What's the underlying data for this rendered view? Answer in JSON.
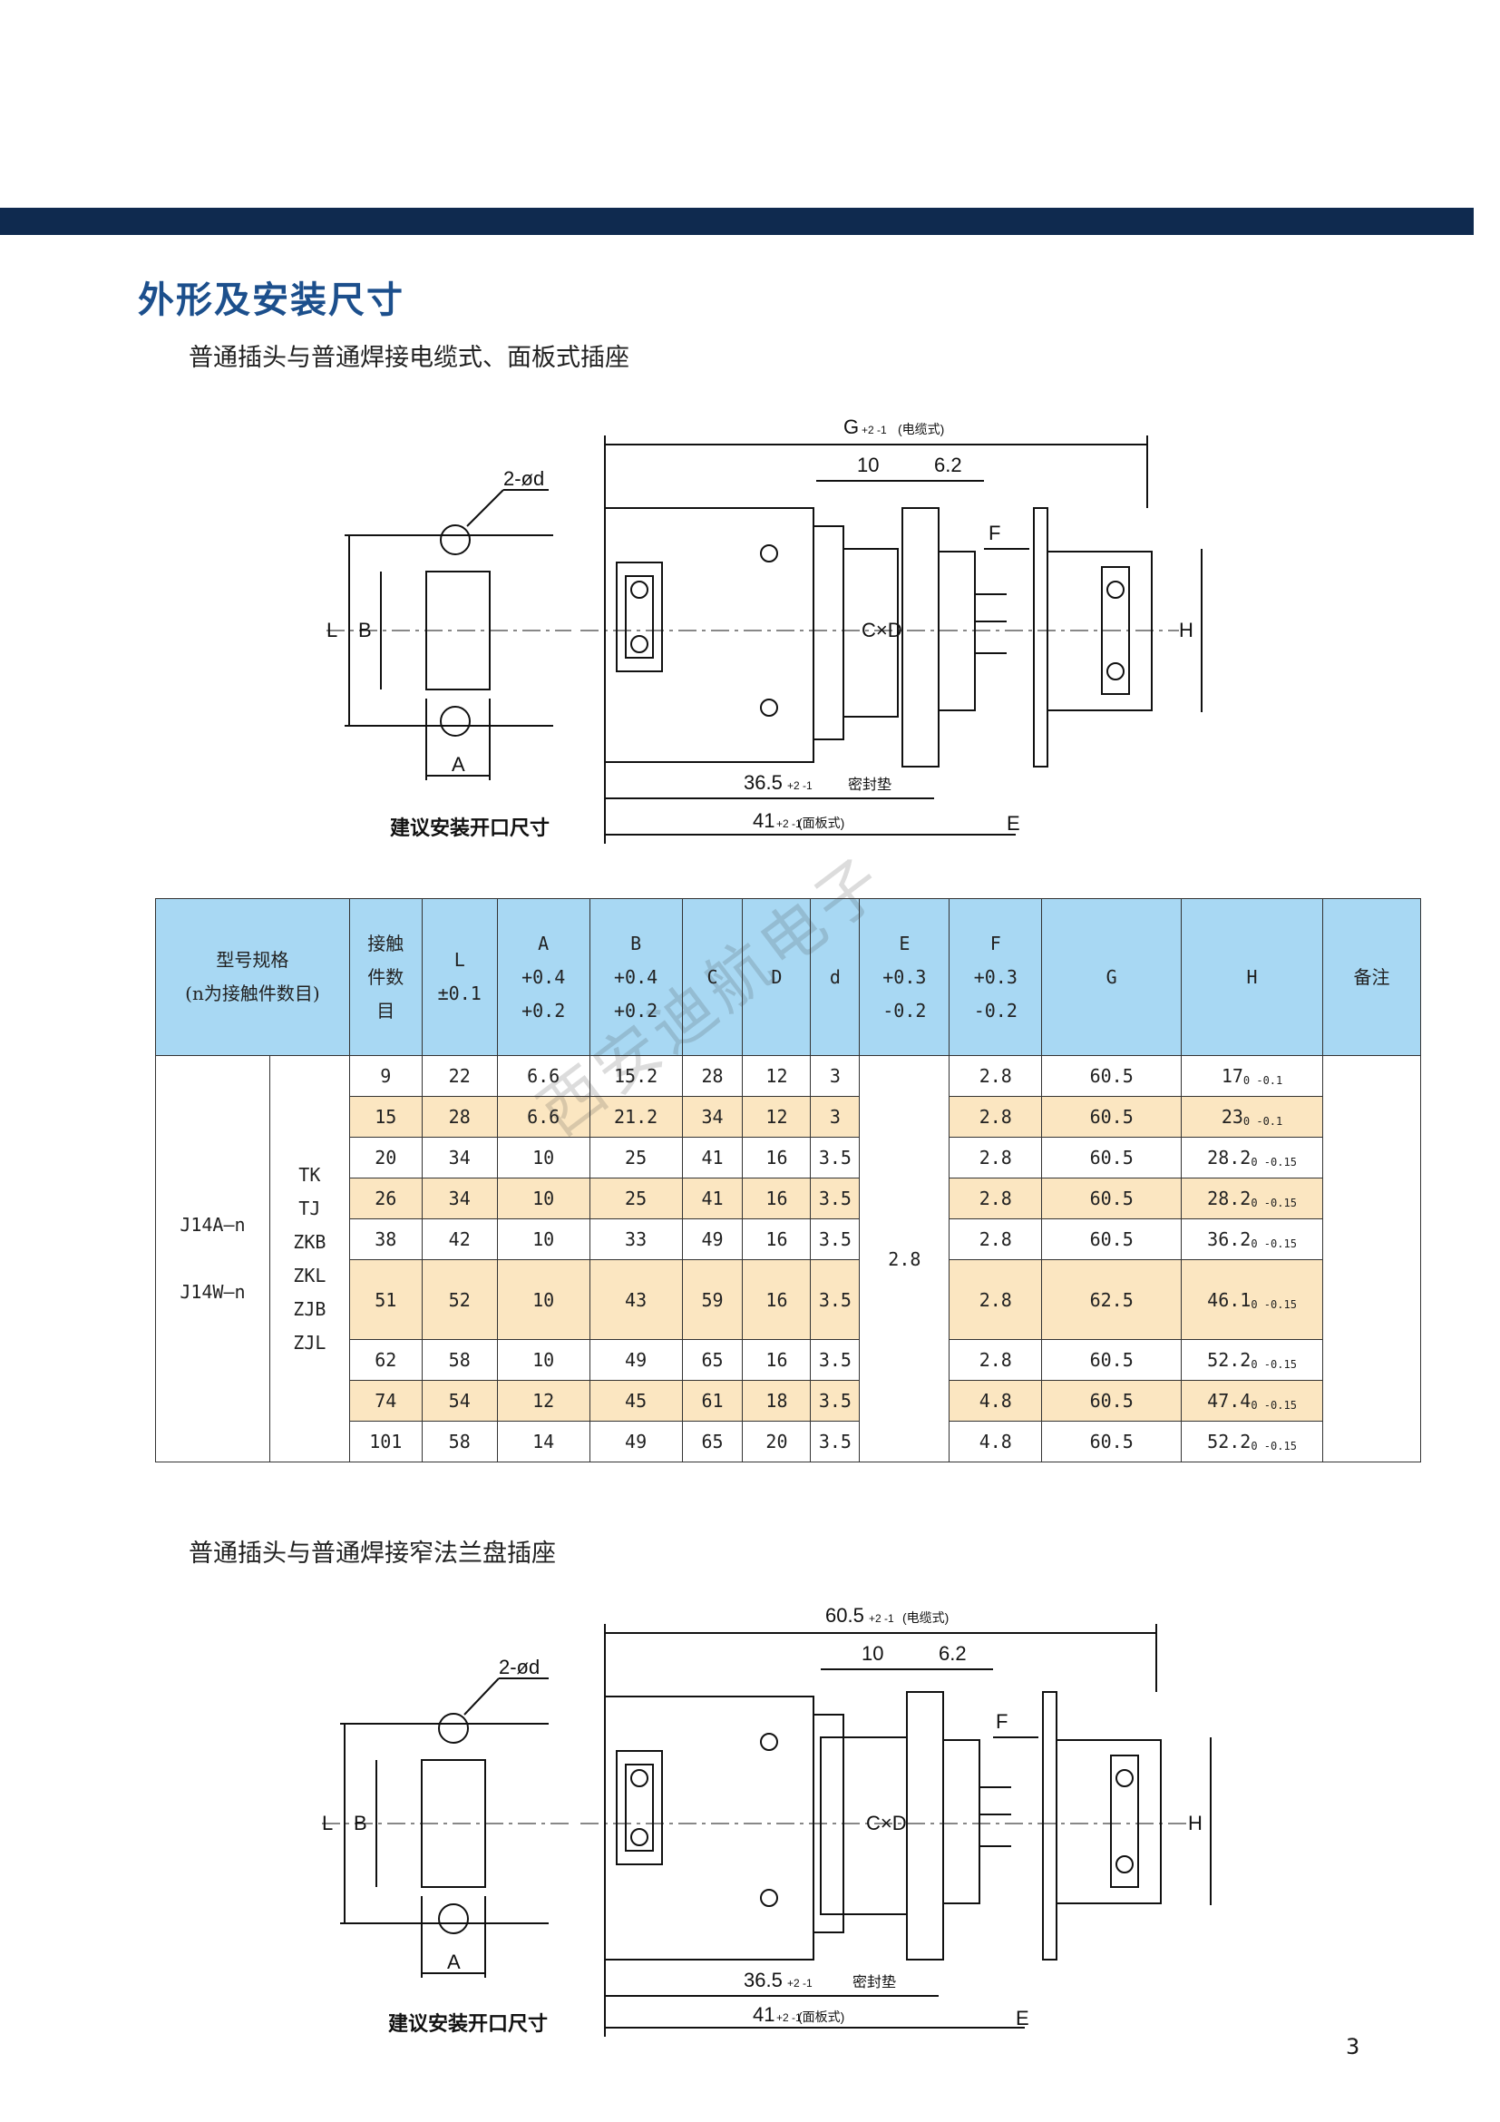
{
  "page": {
    "title": "外形及安装尺寸",
    "section1": "普通插头与普通焊接电缆式、面板式插座",
    "section2": "普通插头与普通焊接窄法兰盘插座",
    "page_number": "3",
    "watermark": "西安迪航电子"
  },
  "figure1": {
    "dim_g": "G",
    "dim_g_tol": "+2 -1",
    "dim_g_note": "(电缆式)",
    "dim_10": "10",
    "dim_62": "6.2",
    "dim_f": "F",
    "dim_cxd": "C×D",
    "dim_h": "H",
    "dim_365": "36.5",
    "dim_365_tol": "+2 -1",
    "seal_note": "密封垫",
    "dim_41": "41",
    "dim_41_tol": "+2 -1",
    "dim_41_note": "(面板式)",
    "dim_e": "E",
    "cutout_2d": "2-ød",
    "cutout_l": "L",
    "cutout_b": "B",
    "cutout_a": "A",
    "cutout_caption": "建议安装开口尺寸"
  },
  "figure2": {
    "dim_g": "60.5",
    "dim_g_tol": "+2 -1",
    "dim_g_note": "(电缆式)",
    "dim_10": "10",
    "dim_62": "6.2",
    "dim_f": "F",
    "dim_cxd": "C×D",
    "dim_h": "H",
    "dim_365": "36.5",
    "dim_365_tol": "+2 -1",
    "seal_note": "密封垫",
    "dim_41": "41",
    "dim_41_tol": "+2 -1",
    "dim_41_note": "(面板式)",
    "dim_e": "E",
    "cutout_2d": "2-ød",
    "cutout_l": "L",
    "cutout_b": "B",
    "cutout_a": "A",
    "cutout_caption": "建议安装开口尺寸"
  },
  "table": {
    "header": {
      "model_1": "型号规格",
      "model_2": "(n为接触件数目)",
      "contacts_1": "接触",
      "contacts_2": "件数",
      "contacts_3": "目",
      "l_1": "L",
      "l_2": "±0.1",
      "a_1": "A",
      "a_2": "+0.4",
      "a_3": "+0.2",
      "b_1": "B",
      "b_2": "+0.4",
      "b_3": "+0.2",
      "c": "C",
      "d_upper": "D",
      "d_lower": "d",
      "e_1": "E",
      "e_2": "+0.3",
      "e_3": "-0.2",
      "f_1": "F",
      "f_2": "+0.3",
      "f_3": "-0.2",
      "g": "G",
      "h": "H",
      "remark": "备注"
    },
    "models": {
      "m1": "J14A—n",
      "m2": "J14W—n"
    },
    "types": {
      "t1": "TK",
      "t2": "TJ",
      "t3": "ZKB",
      "t4": "ZKL",
      "t5": "ZJB",
      "t6": "ZJL"
    },
    "e_value": "2.8",
    "rows": [
      {
        "n": "9",
        "L": "22",
        "A": "6.6",
        "B": "15.2",
        "C": "28",
        "D": "12",
        "d": "3",
        "F": "2.8",
        "G": "60.5",
        "H": "17",
        "H_tol": "0 -0.1"
      },
      {
        "n": "15",
        "L": "28",
        "A": "6.6",
        "B": "21.2",
        "C": "34",
        "D": "12",
        "d": "3",
        "F": "2.8",
        "G": "60.5",
        "H": "23",
        "H_tol": "0 -0.1"
      },
      {
        "n": "20",
        "L": "34",
        "A": "10",
        "B": "25",
        "C": "41",
        "D": "16",
        "d": "3.5",
        "F": "2.8",
        "G": "60.5",
        "H": "28.2",
        "H_tol": "0 -0.15"
      },
      {
        "n": "26",
        "L": "34",
        "A": "10",
        "B": "25",
        "C": "41",
        "D": "16",
        "d": "3.5",
        "F": "2.8",
        "G": "60.5",
        "H": "28.2",
        "H_tol": "0 -0.15"
      },
      {
        "n": "38",
        "L": "42",
        "A": "10",
        "B": "33",
        "C": "49",
        "D": "16",
        "d": "3.5",
        "F": "2.8",
        "G": "60.5",
        "H": "36.2",
        "H_tol": "0 -0.15"
      },
      {
        "n": "51",
        "L": "52",
        "A": "10",
        "B": "43",
        "C": "59",
        "D": "16",
        "d": "3.5",
        "F": "2.8",
        "G": "62.5",
        "H": "46.1",
        "H_tol": "0 -0.15"
      },
      {
        "n": "62",
        "L": "58",
        "A": "10",
        "B": "49",
        "C": "65",
        "D": "16",
        "d": "3.5",
        "F": "2.8",
        "G": "60.5",
        "H": "52.2",
        "H_tol": "0 -0.15"
      },
      {
        "n": "74",
        "L": "54",
        "A": "12",
        "B": "45",
        "C": "61",
        "D": "18",
        "d": "3.5",
        "F": "4.8",
        "G": "60.5",
        "H": "47.4",
        "H_tol": "0 -0.15"
      },
      {
        "n": "101",
        "L": "58",
        "A": "14",
        "B": "49",
        "C": "65",
        "D": "20",
        "d": "3.5",
        "F": "4.8",
        "G": "60.5",
        "H": "52.2",
        "H_tol": "0 -0.15"
      }
    ]
  },
  "colors": {
    "header_bar": "#0f2a4f",
    "title": "#1c4f8c",
    "table_header_bg": "#a8d8f3",
    "table_alt_row": "#fbe6c1"
  }
}
